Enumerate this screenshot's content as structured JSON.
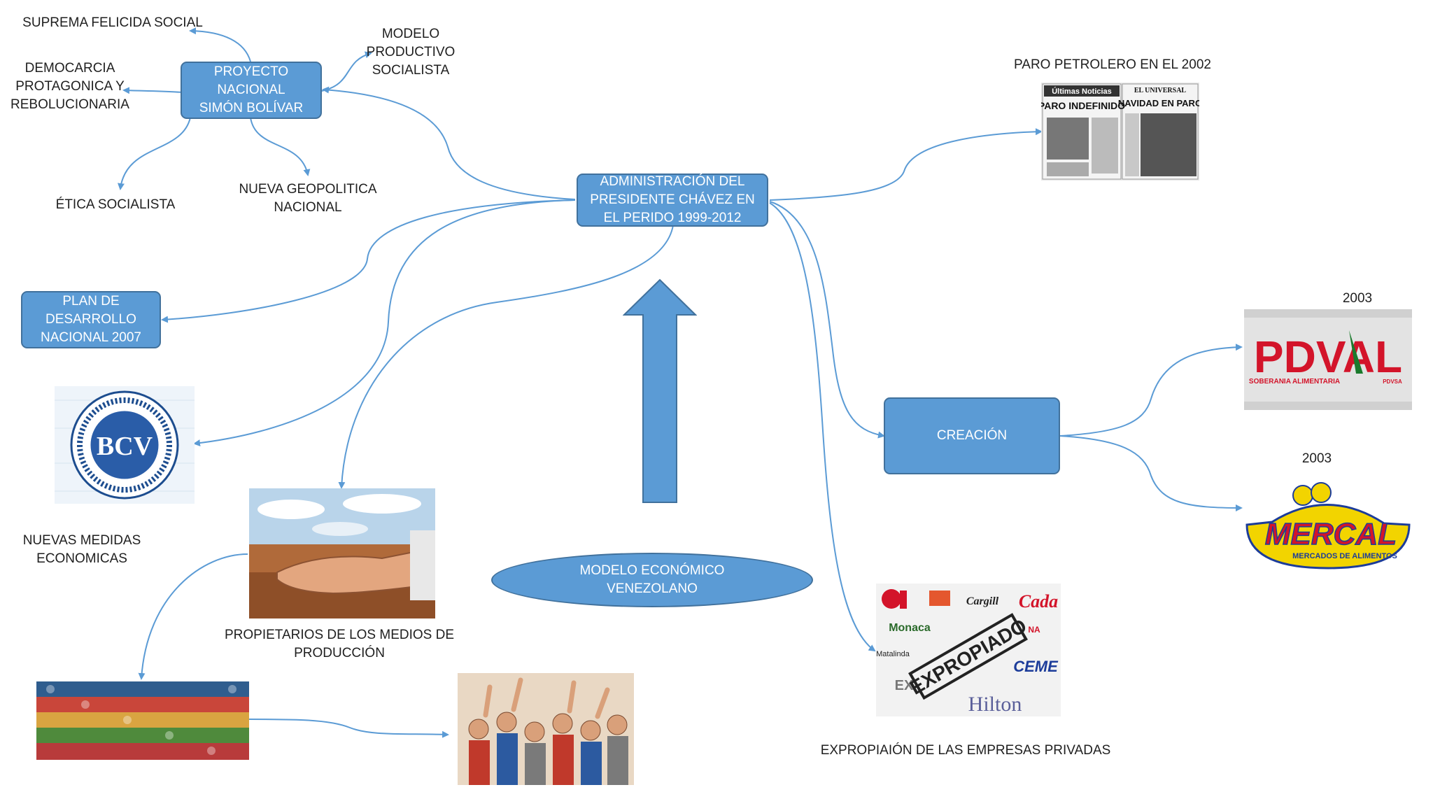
{
  "nodes": {
    "center": "ADMINISTRACIÓN DEL\nPRESIDENTE CHÁVEZ EN\nEL PERIDO 1999-2012",
    "proyecto": "PROYECTO\nNACIONAL\nSIMÓN BOLÍVAR",
    "plan": "PLAN DE\nDESARROLLO\nNACIONAL 2007",
    "creacion": "CREACIÓN",
    "modelo_economico": "MODELO ECONÓMICO\nVENEZOLANO"
  },
  "labels": {
    "suprema": "SUPREMA FELICIDA SOCIAL",
    "modelo_productivo": "MODELO\nPRODUCTIVO\nSOCIALISTA",
    "democracia": "DEMOCARCIA\nPROTAGONICA Y\nREBOLUCIONARIA",
    "etica": "ÉTICA SOCIALISTA",
    "geopolitica": "NUEVA GEOPOLITICA\nNACIONAL",
    "paro": "PARO PETROLERO EN EL 2002",
    "year_pdval": "2003",
    "year_mercal": "2003",
    "nuevas_medidas": "NUEVAS MEDIDAS\nECONOMICAS",
    "propietarios": "PROPIETARIOS DE LOS MEDIOS DE\nPRODUCCIÓN",
    "expropiacion": "EXPROPIAIÓN DE LAS EMPRESAS PRIVADAS"
  },
  "images": {
    "bcv_text": "BCV",
    "newspaper_left": "Últimas Noticias",
    "newspaper_left_headline": "PARO INDEFINIDO",
    "newspaper_right": "EL UNIVERSAL",
    "newspaper_right_headline": "NAVIDAD EN PARO",
    "pdval_text": "PDVAL",
    "pdval_sub": "SOBERANIA ALIMENTARIA",
    "pdval_brand": "PDVSA",
    "mercal_text": "MERCAL",
    "mercal_sub": "MERCADOS DE ALIMENTOS",
    "exp_stamp": "EXPROPIADO",
    "exp_cargill": "Cargill",
    "exp_cada": "Cada",
    "exp_monaca": "Monaca",
    "exp_cemex": "CEME",
    "exp_hilton": "Hilton",
    "exp_matalinda": "Matalinda",
    "exp_ex": "EX",
    "exp_na": "NA"
  },
  "colors": {
    "node_fill": "#5b9bd5",
    "node_border": "#41719c",
    "connector": "#5b9bd5"
  }
}
